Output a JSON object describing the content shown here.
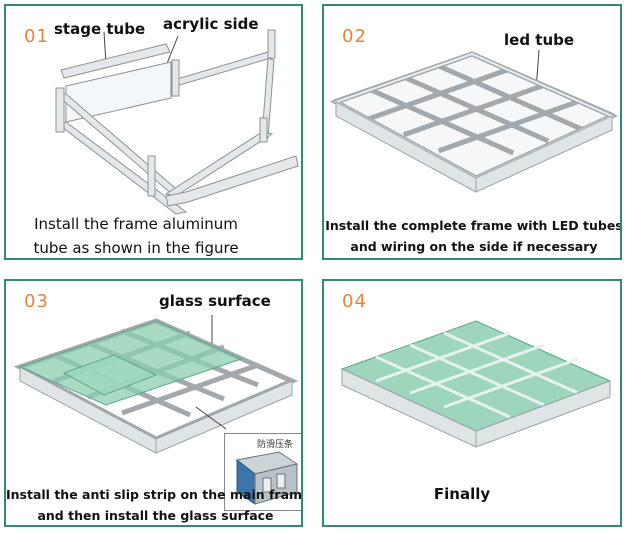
{
  "panels": [
    {
      "number": "01",
      "labels": {
        "stage_tube": "stage tube",
        "acrylic_side": "acrylic side"
      },
      "caption_lines": [
        "Install the frame aluminum",
        "tube as shown in the figure"
      ]
    },
    {
      "number": "02",
      "labels": {
        "led_tube": "led tube"
      },
      "caption_lines": [
        "Install the complete frame with LED tubes",
        "and wiring on the side if necessary"
      ]
    },
    {
      "number": "03",
      "labels": {
        "glass_surface": "glass surface",
        "profile_cn": "防滑压条"
      },
      "caption_lines": [
        "Install the anti slip strip on the main frame,",
        "and then install the glass surface"
      ]
    },
    {
      "number": "04",
      "caption_lines": [
        "Finally"
      ]
    }
  ],
  "colors": {
    "border": "#2f8a78",
    "step_number": "#e8843a",
    "glass": "#7fc9a6"
  }
}
